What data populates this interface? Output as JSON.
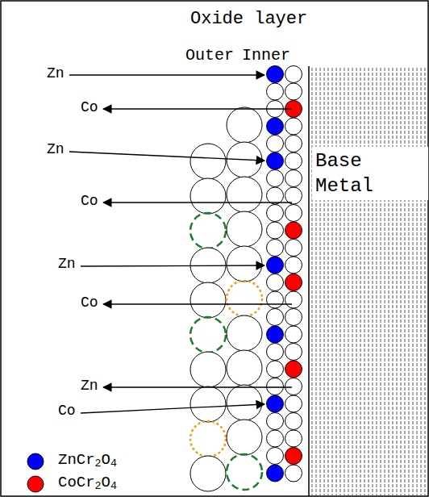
{
  "diagram": {
    "nodes": [
      {
        "text": [
          "Base Metal"
        ]
      }
    ],
    "labels": [
      "Oxide layer",
      "Outer",
      "Inner",
      "Zn",
      "Co",
      "Zn",
      "Co",
      "Zn",
      "Co",
      "Zn",
      "Co"
    ],
    "legend": [
      {
        "text": "ZnCr2O4",
        "color": "#0000ff"
      },
      {
        "text": "CoCr2O4",
        "color": "#ff0000"
      }
    ]
  }
}
